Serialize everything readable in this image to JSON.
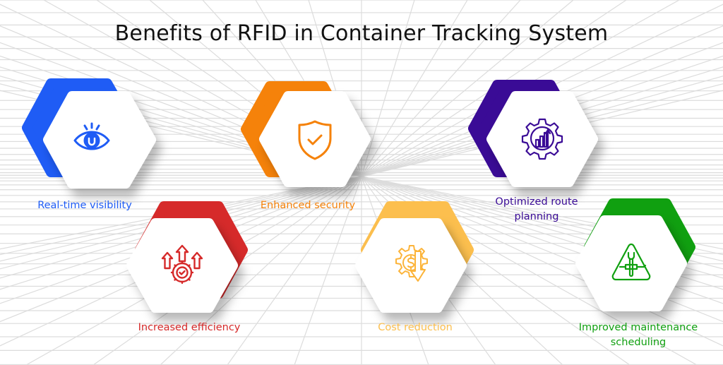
{
  "title": "Benefits of RFID in Container Tracking System",
  "benefits": [
    {
      "label": "Real-time visibility",
      "label_line2": "",
      "icon": "eye-icon",
      "color": "#1f5cf5",
      "row": "top"
    },
    {
      "label": "Increased efficiency",
      "label_line2": "",
      "icon": "gear-arrows-up-icon",
      "color": "#d62a2a",
      "row": "bottom"
    },
    {
      "label": "Enhanced security",
      "label_line2": "",
      "icon": "shield-check-icon",
      "color": "#f5820a",
      "row": "top"
    },
    {
      "label": "Cost reduction",
      "label_line2": "",
      "icon": "gear-dollar-down-icon",
      "color": "#fcbf4e",
      "row": "bottom"
    },
    {
      "label": "Optimized route",
      "label_line2": "planning",
      "icon": "gear-chart-icon",
      "color": "#3a0b96",
      "row": "top"
    },
    {
      "label": "Improved maintenance",
      "label_line2": "scheduling",
      "icon": "warning-tools-icon",
      "color": "#10a010",
      "row": "bottom"
    }
  ],
  "colors": {
    "title": "#111111",
    "grid": "#dcdcdc",
    "hex_front": "#ffffff"
  }
}
